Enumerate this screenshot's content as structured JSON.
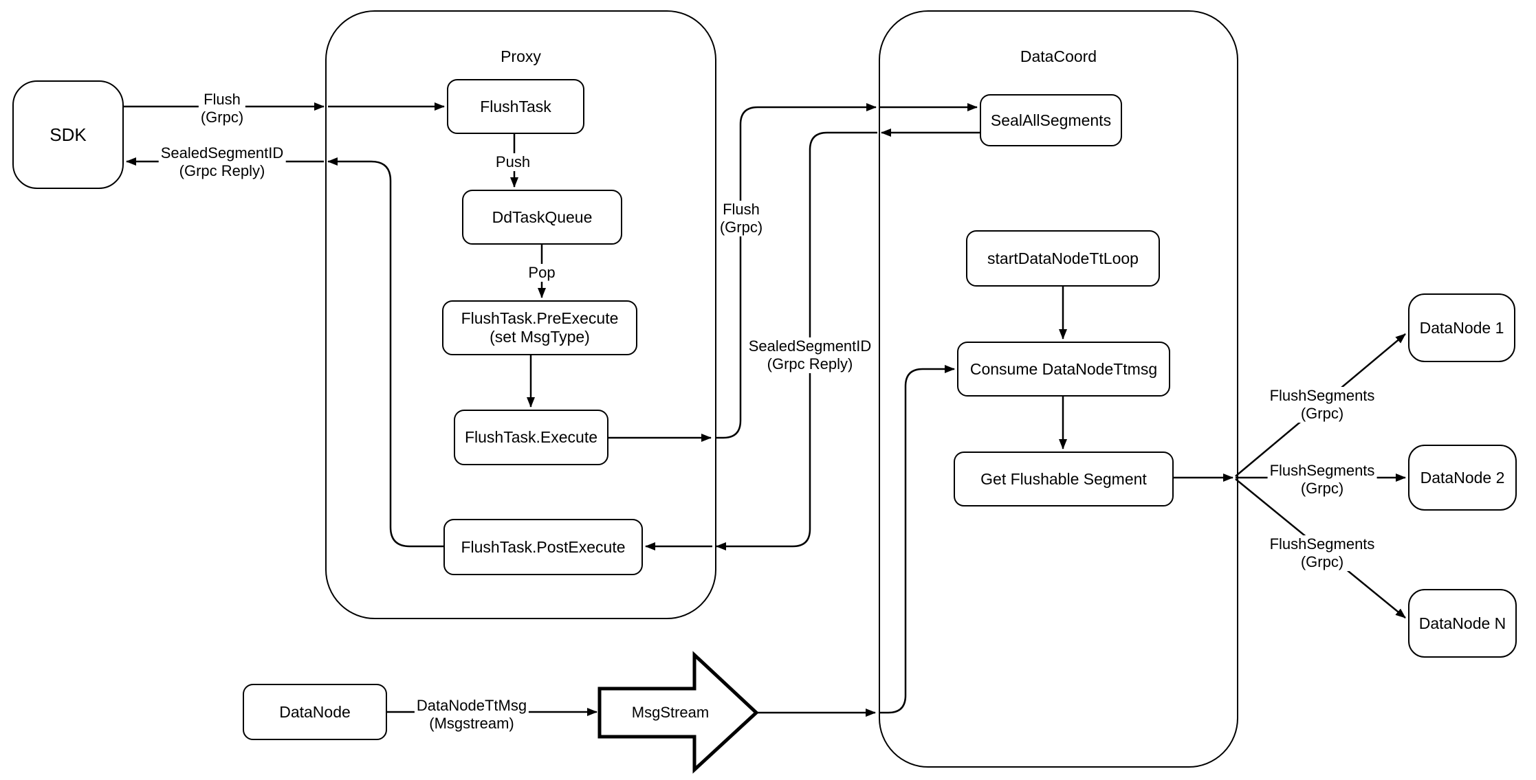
{
  "diagram": {
    "containers": {
      "proxy": "Proxy",
      "datacoord": "DataCoord"
    },
    "nodes": {
      "sdk": "SDK",
      "flush_task": "FlushTask",
      "dd_task_queue": "DdTaskQueue",
      "pre_execute": [
        "FlushTask.PreExecute",
        "(set MsgType)"
      ],
      "execute": "FlushTask.Execute",
      "post_execute": "FlushTask.PostExecute",
      "seal_all_segments": "SealAllSegments",
      "start_datanode_tt_loop": "startDataNodeTtLoop",
      "consume_datanode_ttmsg": "Consume DataNodeTtmsg",
      "get_flushable_segment": "Get Flushable Segment",
      "datanode_1": "DataNode 1",
      "datanode_2": "DataNode 2",
      "datanode_n": "DataNode N",
      "datanode": "DataNode",
      "msgstream": "MsgStream"
    },
    "edge_labels": {
      "flush_grpc_sdk": [
        "Flush",
        "(Grpc)"
      ],
      "sealed_segment_id_sdk": [
        "SealedSegmentID",
        "(Grpc Reply)"
      ],
      "push": "Push",
      "pop": "Pop",
      "flush_grpc_mid": [
        "Flush",
        "(Grpc)"
      ],
      "sealed_segment_id_mid": [
        "SealedSegmentID",
        "(Grpc Reply)"
      ],
      "flush_segments_1": [
        "FlushSegments",
        "(Grpc)"
      ],
      "flush_segments_2": [
        "FlushSegments",
        "(Grpc)"
      ],
      "flush_segments_3": [
        "FlushSegments",
        "(Grpc)"
      ],
      "datanode_ttmsg": [
        "DataNodeTtMsg",
        "(Msgstream)"
      ]
    },
    "colors": {
      "stroke": "#000000",
      "fill": "#ffffff"
    }
  }
}
